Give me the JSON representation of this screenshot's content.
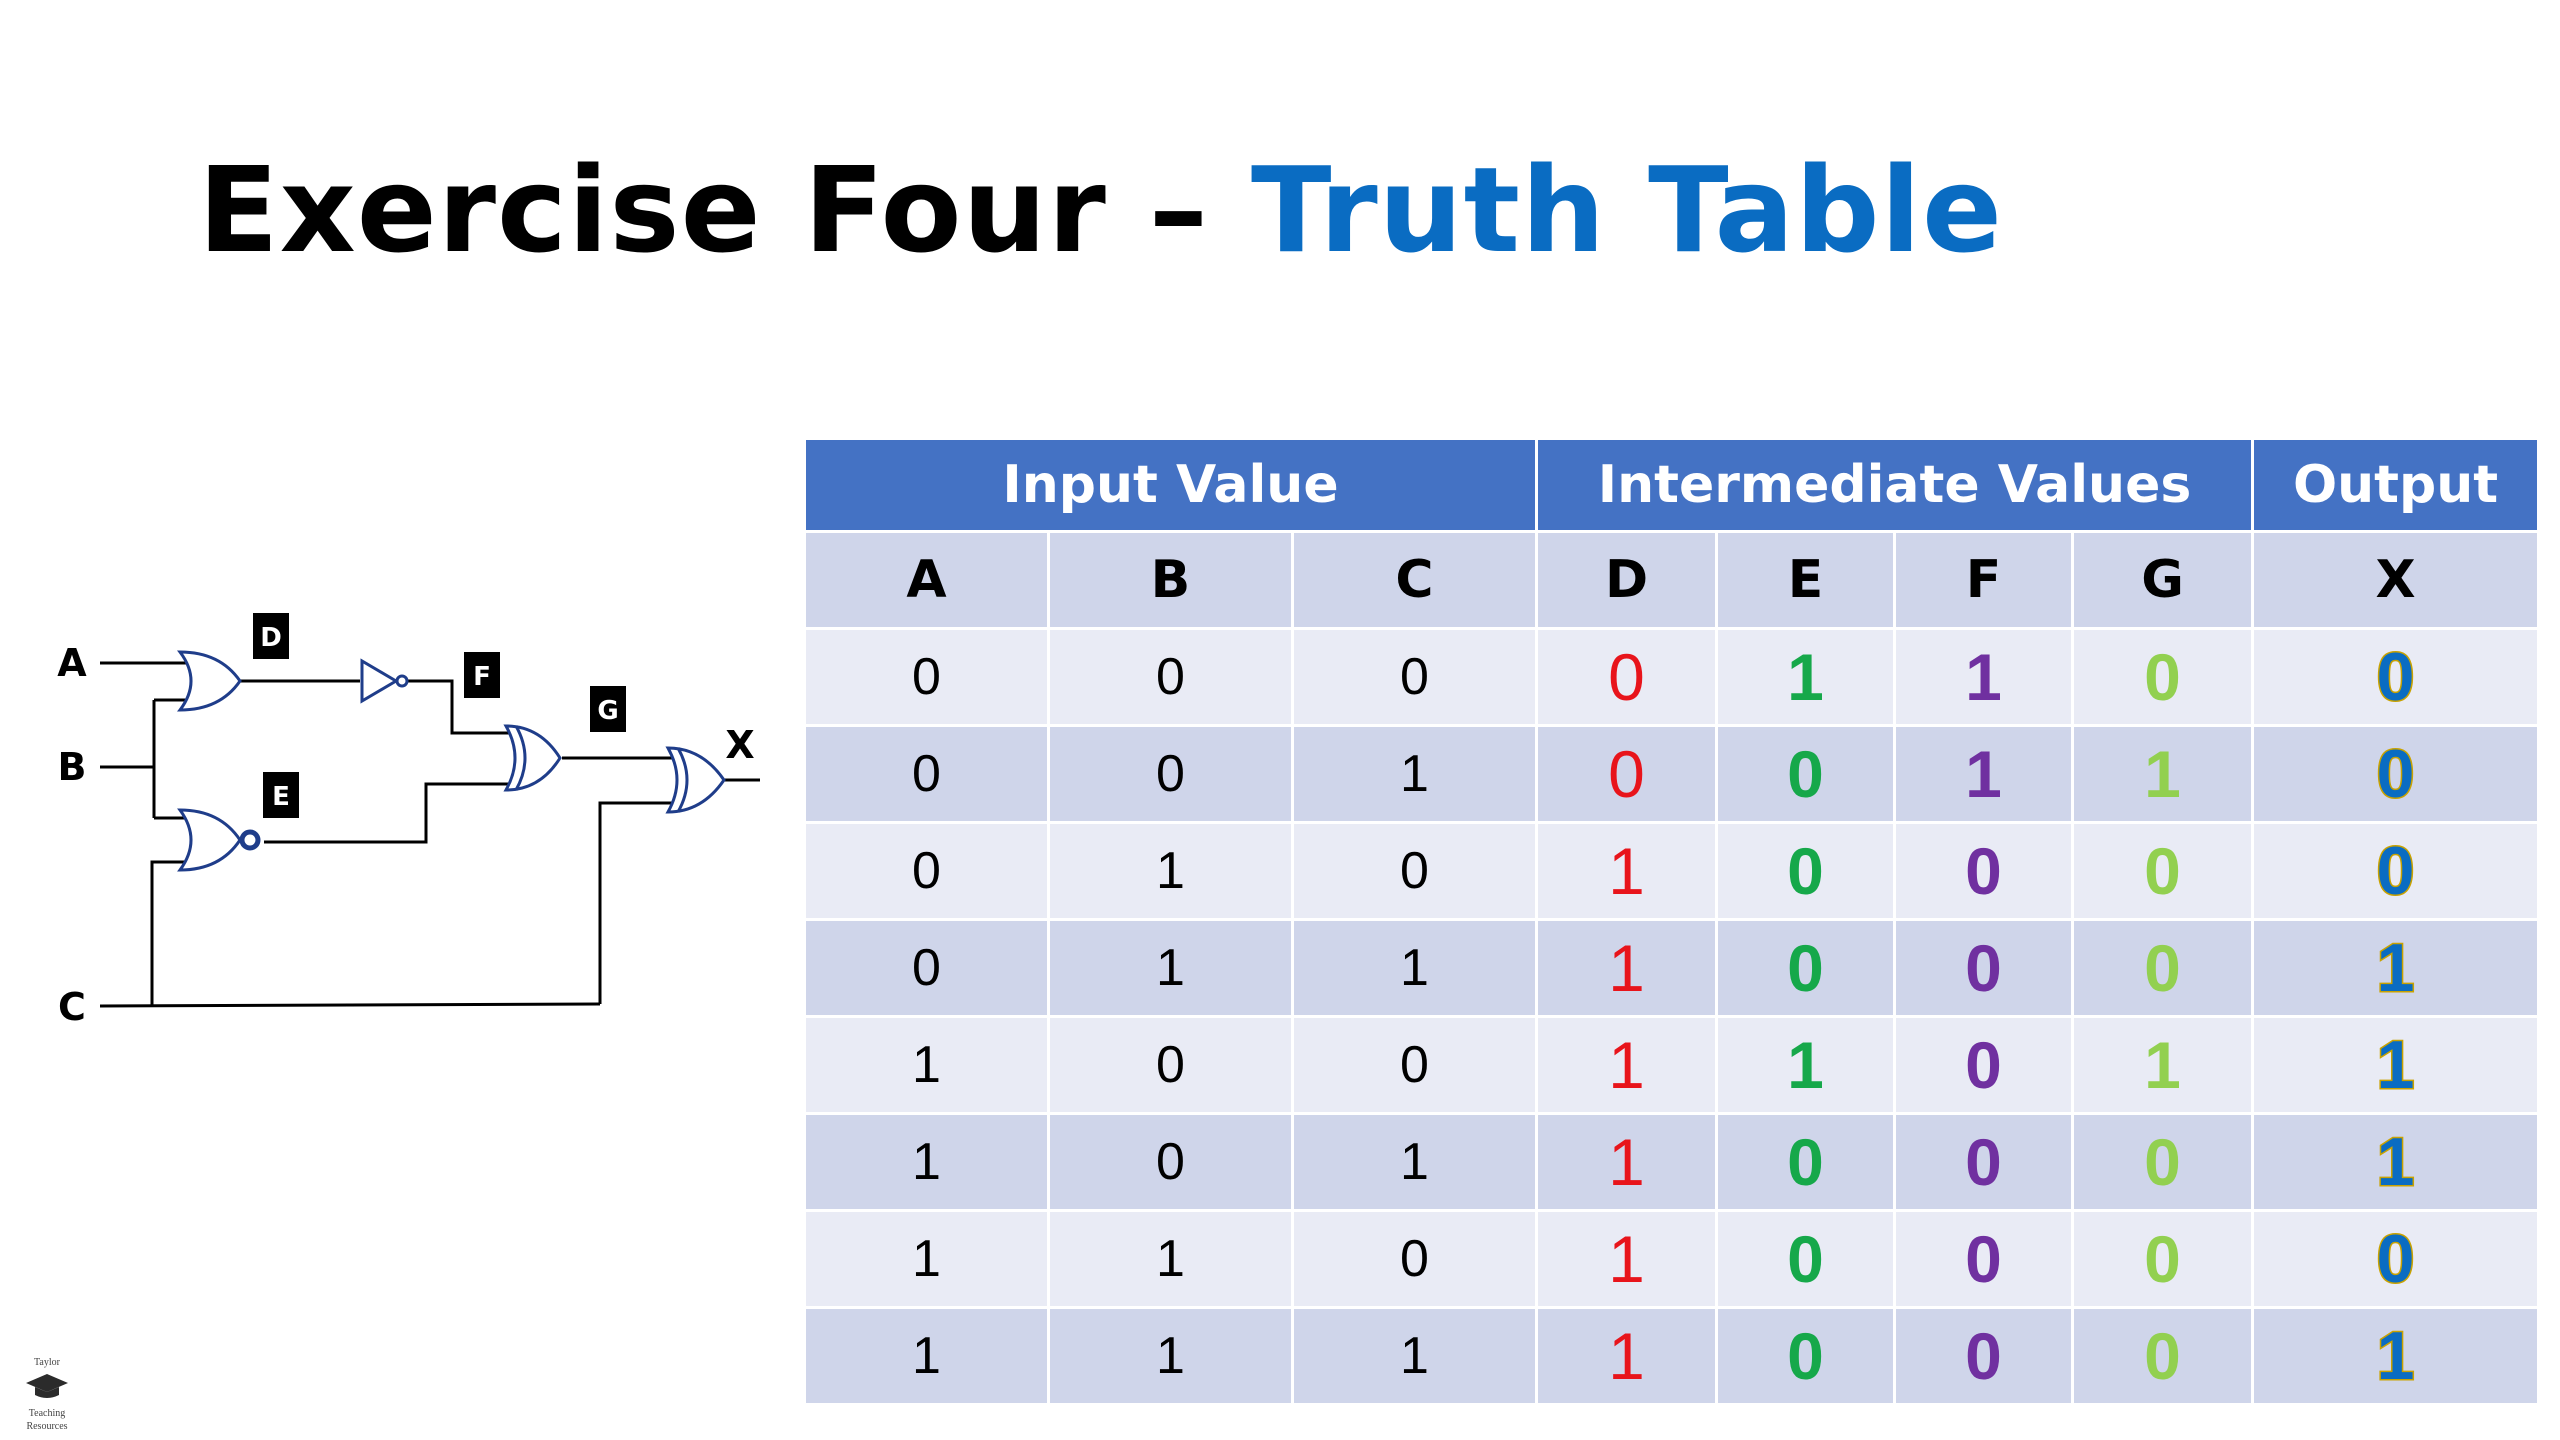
{
  "title": {
    "main": "Exercise Four – ",
    "accent": "Truth Table"
  },
  "circuit": {
    "inputs": [
      "A",
      "B",
      "C"
    ],
    "gate_labels": [
      "D",
      "E",
      "F",
      "G"
    ],
    "output": "X"
  },
  "table": {
    "groups": [
      "Input Value",
      "Intermediate Values",
      "Output"
    ],
    "columns": [
      "A",
      "B",
      "C",
      "D",
      "E",
      "F",
      "G",
      "X"
    ],
    "rows": [
      [
        "0",
        "0",
        "0",
        "0",
        "1",
        "1",
        "0",
        "0"
      ],
      [
        "0",
        "0",
        "1",
        "0",
        "0",
        "1",
        "1",
        "0"
      ],
      [
        "0",
        "1",
        "0",
        "1",
        "0",
        "0",
        "0",
        "0"
      ],
      [
        "0",
        "1",
        "1",
        "1",
        "0",
        "0",
        "0",
        "1"
      ],
      [
        "1",
        "0",
        "0",
        "1",
        "1",
        "0",
        "1",
        "1"
      ],
      [
        "1",
        "0",
        "1",
        "1",
        "0",
        "0",
        "0",
        "1"
      ],
      [
        "1",
        "1",
        "0",
        "1",
        "0",
        "0",
        "0",
        "0"
      ],
      [
        "1",
        "1",
        "1",
        "1",
        "0",
        "0",
        "0",
        "1"
      ]
    ]
  },
  "colors": {
    "header": "#4472c4",
    "D": "#e8141b",
    "E": "#16a84a",
    "F": "#7030a0",
    "G": "#92d050",
    "X": "#0a6cc2"
  },
  "logo": {
    "lines": [
      "Taylor",
      "Teaching",
      "Resources"
    ]
  }
}
